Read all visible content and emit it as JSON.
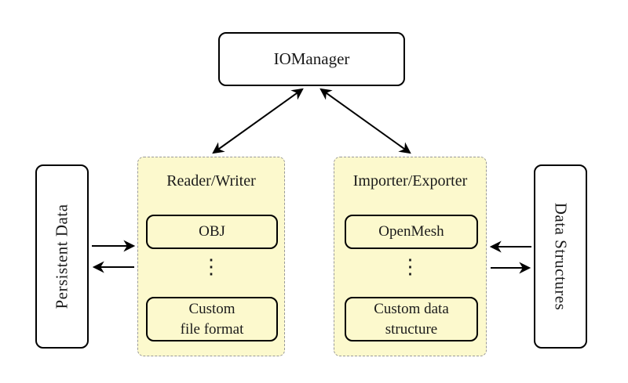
{
  "diagram": {
    "top_node": {
      "label": "IOManager"
    },
    "left_panel": {
      "label": "Persistent Data"
    },
    "right_panel": {
      "label": "Data Structures"
    },
    "reader_writer": {
      "title": "Reader/Writer",
      "items": [
        "OBJ",
        "⋮",
        "Custom\nfile format"
      ]
    },
    "importer_exporter": {
      "title": "Importer/Exporter",
      "items": [
        "OpenMesh",
        "⋮",
        "Custom data\nstructure"
      ]
    },
    "arrows": [
      {
        "name": "iomanager-readerwriter",
        "type": "double-headed"
      },
      {
        "name": "iomanager-importerexporter",
        "type": "double-headed"
      },
      {
        "name": "persistentdata-to-readerwriter",
        "type": "right"
      },
      {
        "name": "readerwriter-to-persistentdata",
        "type": "left"
      },
      {
        "name": "datastructures-to-importerexporter",
        "type": "left"
      },
      {
        "name": "importerexporter-to-datastructures",
        "type": "right"
      }
    ],
    "colors": {
      "container_fill": "#fcf9cd",
      "solid_border": "#000000",
      "dashed_border": "#999999",
      "background": "#ffffff"
    }
  }
}
